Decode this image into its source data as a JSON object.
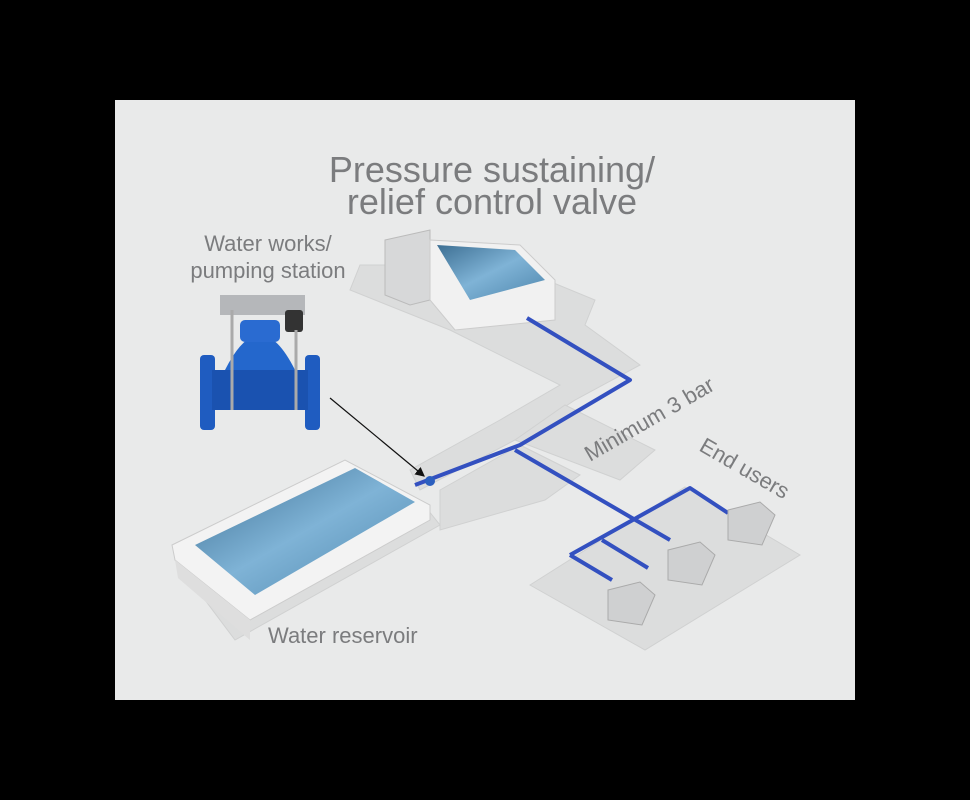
{
  "title": {
    "line1": "Pressure sustaining/",
    "line2": "relief control valve"
  },
  "labels": {
    "water_works_line1": "Water works/",
    "water_works_line2": "pumping station",
    "minimum_pressure": "Minimum 3 bar",
    "end_users": "End users",
    "water_reservoir": "Water reservoir"
  },
  "colors": {
    "background": "#e9eaea",
    "pipe": "#3350c0",
    "text": "#7b7c7e",
    "water": "#5e93b8",
    "valve": "#1f5cc0"
  }
}
